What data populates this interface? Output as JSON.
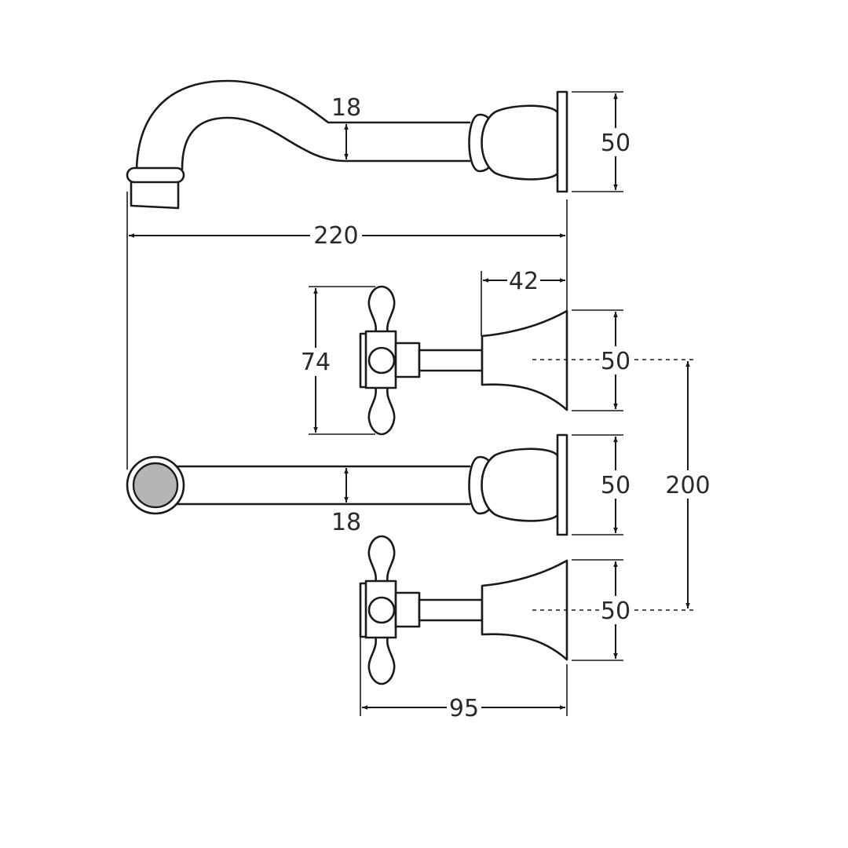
{
  "colors": {
    "line": "#1a1a1a",
    "text": "#2a2a2a",
    "outlet_fill": "#b5b5b7",
    "background": "#ffffff"
  },
  "dimensions": {
    "spout_diameter_top": "18",
    "spout_flange_height": "50",
    "overall_projection": "220",
    "tap_body_depth": "42",
    "handle_height": "74",
    "top_tap_flange_height": "50",
    "centres": "200",
    "spout_flange_height_plan": "50",
    "spout_diameter_plan": "18",
    "bottom_tap_flange_height": "50",
    "tap_projection": "95"
  }
}
